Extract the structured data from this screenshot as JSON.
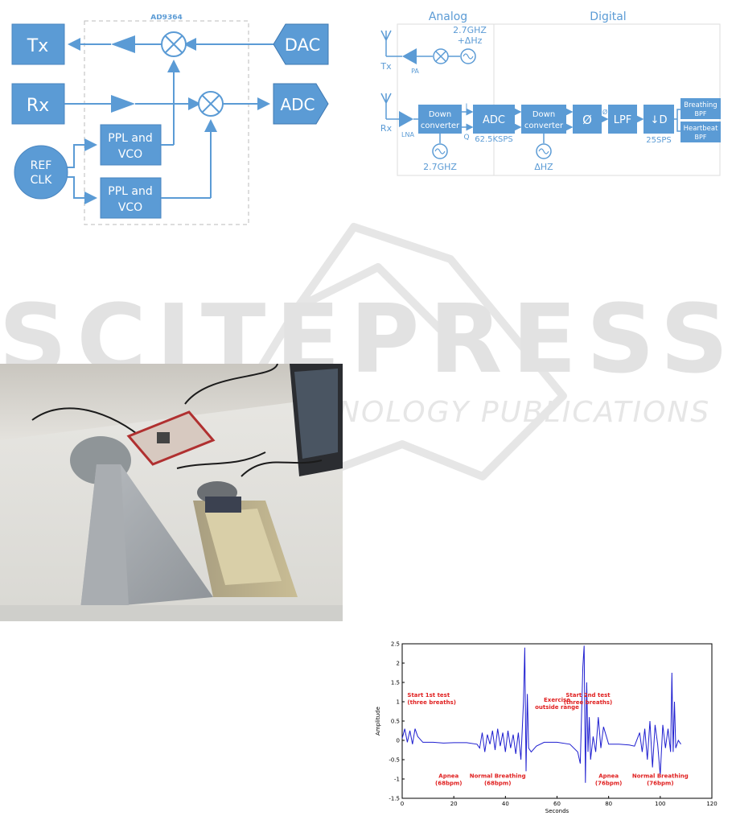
{
  "fig_ad9364": {
    "chip_label": "AD9364",
    "tx": "Tx",
    "rx": "Rx",
    "dac": "DAC",
    "adc": "ADC",
    "ref_clk_line1": "REF",
    "ref_clk_line2": "CLK",
    "pll1_line1": "PPL and",
    "pll1_line2": "VCO",
    "pll2_line1": "PPL and",
    "pll2_line2": "VCO"
  },
  "fig_chain": {
    "analog": "Analog",
    "digital": "Digital",
    "tx": "Tx",
    "pa": "PA",
    "tx_lo_line1": "2.7GHZ",
    "tx_lo_line2": "+ΔHz",
    "rx": "Rx",
    "lna": "LNA",
    "down1_line1": "Down",
    "down1_line2": "converter",
    "i_label": "I",
    "q_label": "Q",
    "rx_lo": "2.7GHZ",
    "adc": "ADC",
    "adc_rate": "62.5KSPS",
    "down2_line1": "Down",
    "down2_line2": "converter",
    "delta_lo": "ΔHZ",
    "phase": "Ø",
    "phase_small": "Ø",
    "lpf": "LPF",
    "decim": "↓D",
    "decim_rate": "25SPS",
    "breath_bpf_line1": "Breathing",
    "breath_bpf_line2": "BPF",
    "heart_bpf_line1": "Heartbeat",
    "heart_bpf_line2": "BPF"
  },
  "watermark": {
    "title": "SCITEPRESS",
    "subtitle": "SCIENCE AND TECHNOLOGY PUBLICATIONS"
  },
  "chart_data": {
    "type": "line",
    "xlabel": "Seconds",
    "ylabel": "Amplitude",
    "xlim": [
      0,
      120
    ],
    "ylim": [
      -1.5,
      2.5
    ],
    "xticks": [
      0,
      20,
      40,
      60,
      80,
      100,
      120
    ],
    "yticks": [
      -1.5,
      -1,
      -0.5,
      0,
      0.5,
      1,
      1.5,
      2,
      2.5
    ],
    "series_color": "#1f1fd0",
    "annotation_color": "#e02020",
    "annotations": [
      {
        "line1": "Start 1st test",
        "line2": "(three breaths)",
        "x": 2,
        "y": 1.13
      },
      {
        "line1": "Apnea",
        "line2": "(68bpm)",
        "x": 18,
        "y": -0.97
      },
      {
        "line1": "Normal Breathing",
        "line2": "(68bpm)",
        "x": 37,
        "y": -0.97
      },
      {
        "line1": "Exercise",
        "line2": "outside range",
        "x": 60,
        "y": 1.0
      },
      {
        "line1": "Start 2nd test",
        "line2": "(three breaths)",
        "x": 72,
        "y": 1.13
      },
      {
        "line1": "Apnea",
        "line2": "(76bpm)",
        "x": 80,
        "y": -0.97
      },
      {
        "line1": "Normal Breathing",
        "line2": "(76bpm)",
        "x": 100,
        "y": -0.97
      }
    ],
    "series": [
      {
        "x": [
          0,
          1,
          2,
          3,
          4,
          5,
          6,
          8,
          12,
          16,
          20,
          25,
          29,
          30,
          31,
          32,
          33,
          34,
          35,
          36,
          37,
          38,
          39,
          40,
          41,
          42,
          43,
          44,
          45,
          46,
          47,
          47.5,
          48,
          48.5,
          49,
          50,
          52,
          55,
          60,
          65,
          68,
          69,
          70,
          70.5,
          71,
          71.5,
          72,
          72.5,
          73,
          74,
          75,
          76,
          77,
          78,
          80,
          84,
          88,
          90,
          92,
          93,
          94,
          95,
          96,
          97,
          98,
          99,
          100,
          101,
          102,
          103,
          104,
          104.5,
          105,
          105.5,
          106,
          107,
          108
        ],
        "y": [
          0.05,
          0.3,
          -0.05,
          0.25,
          -0.1,
          0.3,
          0.1,
          -0.05,
          -0.05,
          -0.07,
          -0.06,
          -0.06,
          -0.1,
          -0.2,
          0.2,
          -0.3,
          0.15,
          -0.1,
          0.25,
          -0.25,
          0.3,
          -0.15,
          0.2,
          -0.3,
          0.25,
          -0.2,
          0.15,
          -0.35,
          0.2,
          -0.5,
          1.0,
          2.4,
          -0.8,
          1.2,
          -0.2,
          -0.3,
          -0.15,
          -0.05,
          -0.05,
          -0.1,
          -0.3,
          -0.6,
          1.9,
          2.45,
          -1.1,
          1.5,
          -0.3,
          0.6,
          -0.5,
          0.1,
          -0.3,
          0.6,
          -0.2,
          0.35,
          -0.1,
          -0.1,
          -0.12,
          -0.15,
          0.2,
          -0.3,
          0.3,
          -0.5,
          0.5,
          -0.7,
          0.4,
          -0.1,
          -0.9,
          0.4,
          -0.2,
          0.3,
          -0.3,
          1.75,
          -0.3,
          1.0,
          -0.2,
          0.0,
          -0.1
        ]
      }
    ]
  }
}
